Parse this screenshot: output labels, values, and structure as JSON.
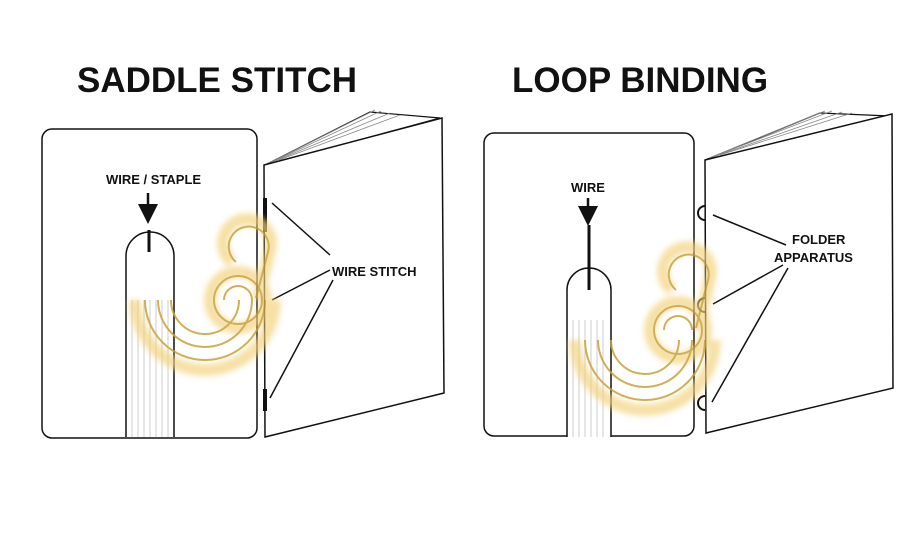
{
  "saddle": {
    "title": "SADDLE STITCH",
    "callout_top": "WIRE / STAPLE",
    "callout_side": "WIRE STITCH"
  },
  "loop": {
    "title": "LOOP BINDING",
    "callout_top": "WIRE",
    "callout_side_line1": "FOLDER",
    "callout_side_line2": "APPARATUS"
  },
  "colors": {
    "stroke": "#111111",
    "paper": "#ffffff",
    "page_edge": "#dddddd",
    "watermark_glow": "#f2d27a",
    "watermark_line": "#c9a23a"
  }
}
